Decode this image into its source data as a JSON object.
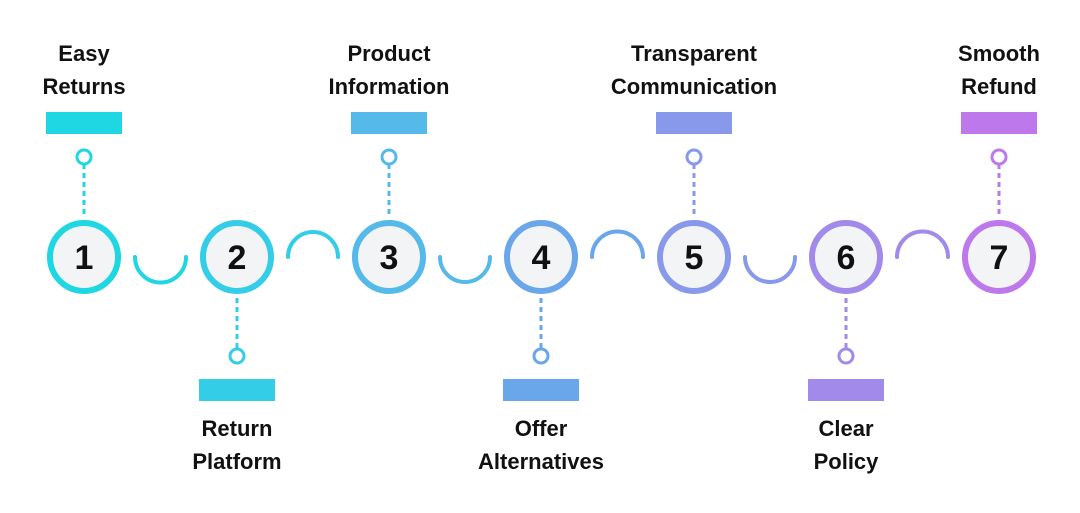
{
  "steps": [
    {
      "number": "1",
      "label_lines": [
        "Easy",
        "Returns"
      ],
      "color": "#1fd6e3",
      "side": "top"
    },
    {
      "number": "2",
      "label_lines": [
        "Return",
        "Platform"
      ],
      "color": "#33cde8",
      "side": "bottom"
    },
    {
      "number": "3",
      "label_lines": [
        "Product",
        "Information"
      ],
      "color": "#55b9ea",
      "side": "top"
    },
    {
      "number": "4",
      "label_lines": [
        "Offer",
        "Alternatives"
      ],
      "color": "#6aa6ea",
      "side": "bottom"
    },
    {
      "number": "5",
      "label_lines": [
        "Transparent",
        "Communication"
      ],
      "color": "#8898ea",
      "side": "top"
    },
    {
      "number": "6",
      "label_lines": [
        "Clear",
        "Policy"
      ],
      "color": "#a18aea",
      "side": "bottom"
    },
    {
      "number": "7",
      "label_lines": [
        "Smooth",
        "Refund"
      ],
      "color": "#bd78ec",
      "side": "top"
    }
  ]
}
